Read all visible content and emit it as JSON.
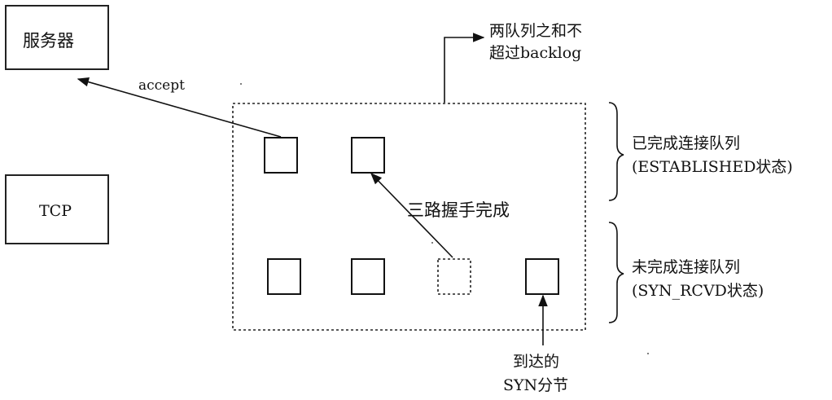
{
  "diagram": {
    "server_label": "服务器",
    "tcp_label": "TCP",
    "accept_label": "accept",
    "sum_note": {
      "line1": "两队列之和不",
      "line2": "超过backlog"
    },
    "completed_queue": {
      "line1": "已完成连接队列",
      "line2": "(ESTABLISHED状态)"
    },
    "incomplete_queue": {
      "line1": "未完成连接队列",
      "line2": "(SYN_RCVD状态)"
    },
    "handshake_label": "三路握手完成",
    "arriving_syn": {
      "line1": "到达的",
      "line2": "SYN分节"
    }
  }
}
